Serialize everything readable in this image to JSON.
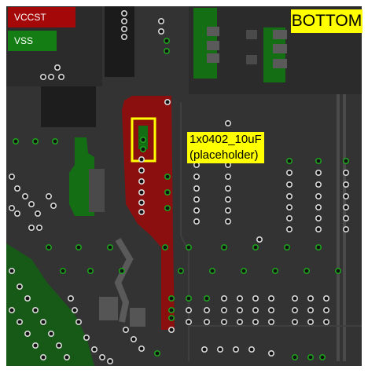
{
  "legend": {
    "vccst": {
      "label": "VCCST",
      "color": "#a40808"
    },
    "vss": {
      "label": "VSS",
      "color": "#147e14"
    }
  },
  "layer_label": "BOTTOM",
  "annotation": {
    "line1": "1x0402_10uF",
    "line2": "(placeholder)"
  },
  "colors": {
    "board": "#2b2b2b",
    "copper_plane": "#3c3c3c",
    "trace": "#505050",
    "vccst_net": "#8b0f0f",
    "vss_net": "#146e14",
    "via_gnd": "#1ea01e",
    "via_other": "#d8d8d8",
    "highlight_box": "#ffff00"
  }
}
